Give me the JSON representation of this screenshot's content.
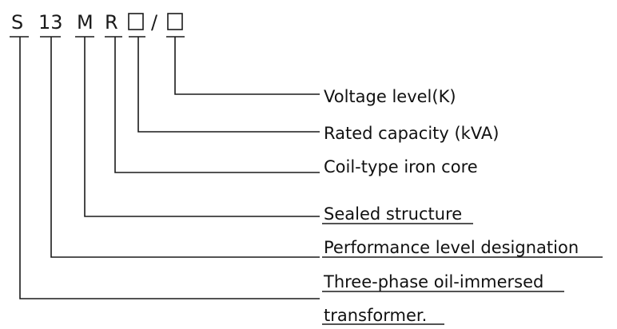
{
  "code": {
    "s": "S",
    "num": "13",
    "m": "M",
    "r": "R",
    "slash": "/"
  },
  "descriptions": {
    "voltage": "Voltage level(K)",
    "capacity": "Rated capacity (kVA)",
    "core": "Coil-type iron core",
    "sealed": "Sealed structure",
    "performance": "Performance level designation",
    "phase_line1": "Three-phase oil-immersed",
    "phase_line2": "transformer."
  }
}
